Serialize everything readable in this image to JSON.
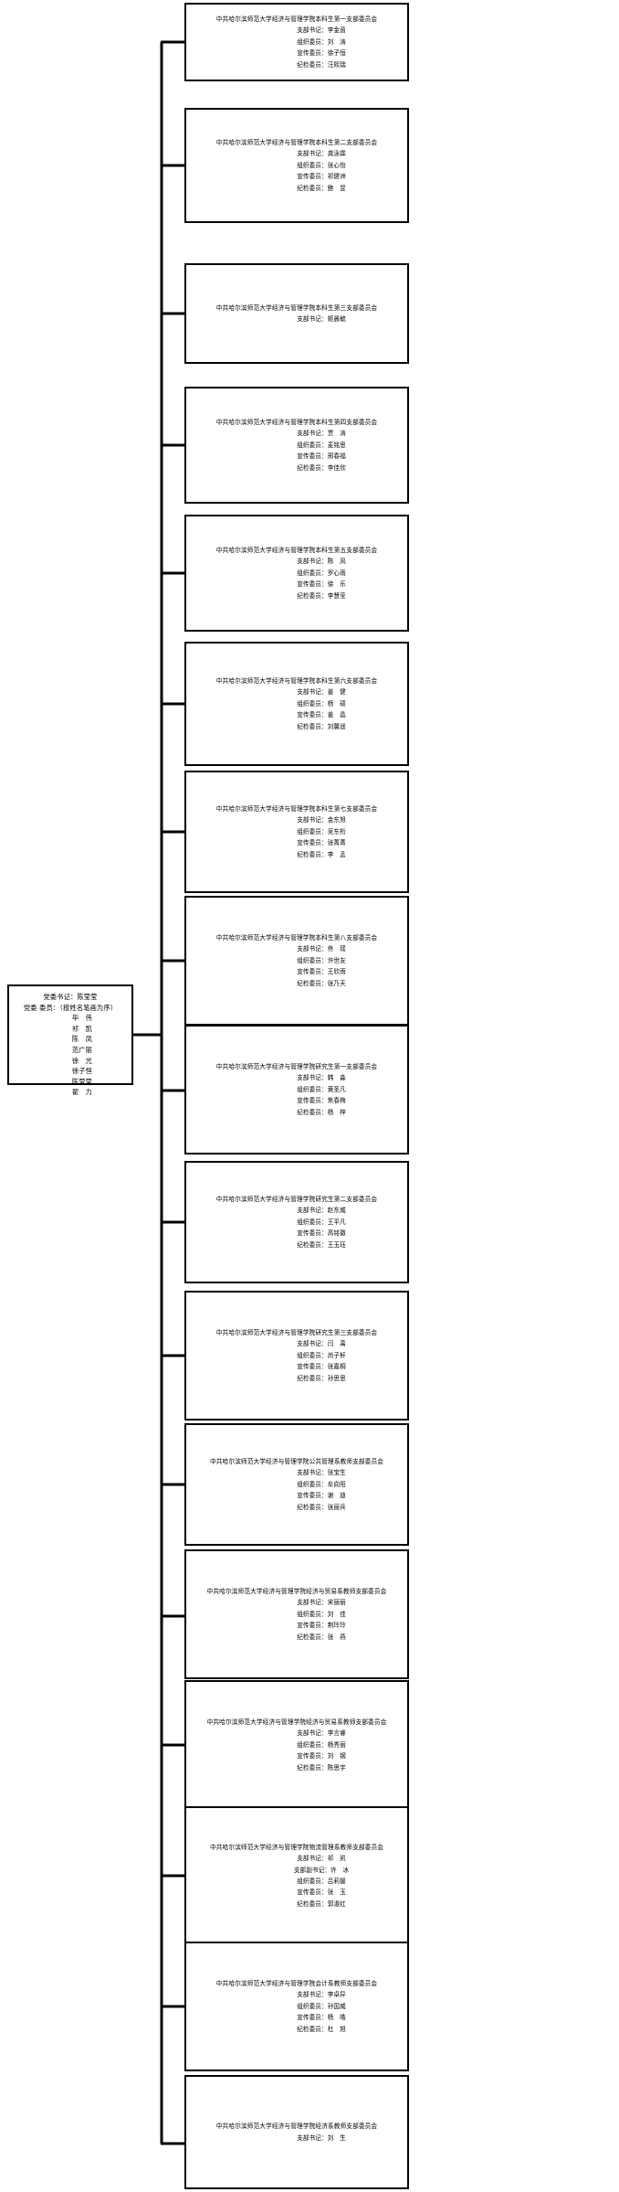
{
  "root": {
    "name": "党委",
    "lines": [
      "党委书记：陈莹莹",
      "党委 委员：（按姓名笔画为序）",
      "毕　伟",
      "祁　凯",
      "陈　凤",
      "范广丽",
      "徐　光",
      "徐子恒",
      "陈莹莹",
      "翟　力"
    ]
  },
  "labels": {
    "secretary": "支部书记：",
    "deputy_secretary": "支部副书记：",
    "organization": "组织委员：",
    "propaganda": "宣传委员：",
    "discipline": "纪检委员："
  },
  "branches": [
    {
      "id": "undergrad-1",
      "title": "中共哈尔滨师范大学经济与管理学院本科生第一支部委员会",
      "rows": [
        {
          "role": "支部书记：",
          "name": "李金茵"
        },
        {
          "role": "组织委员：",
          "name": "刘　涛"
        },
        {
          "role": "宣传委员：",
          "name": "徐子恒"
        },
        {
          "role": "纪检委员：",
          "name": "汪熙瑞"
        }
      ]
    },
    {
      "id": "undergrad-2",
      "title": "中共哈尔滨师范大学经济与管理学院本科生第二支部委员会",
      "rows": [
        {
          "role": "支部书记：",
          "name": "龚泳霖"
        },
        {
          "role": "组织委员：",
          "name": "张心怡"
        },
        {
          "role": "宣传委员：",
          "name": "祁健洲"
        },
        {
          "role": "纪检委员：",
          "name": "鲍　昱"
        }
      ]
    },
    {
      "id": "undergrad-3",
      "title": "中共哈尔滨师范大学经济与管理学院本科生第三支部委员会",
      "rows": [
        {
          "role": "支部书记：",
          "name": "姬晨毓"
        }
      ]
    },
    {
      "id": "undergrad-4",
      "title": "中共哈尔滨师范大学经济与管理学院本科生第四支部委员会",
      "rows": [
        {
          "role": "支部书记：",
          "name": "贾　涛"
        },
        {
          "role": "组织委员：",
          "name": "麦铭思"
        },
        {
          "role": "宣传委员：",
          "name": "邢春福"
        },
        {
          "role": "纪检委员：",
          "name": "李佳欣"
        }
      ]
    },
    {
      "id": "undergrad-5",
      "title": "中共哈尔滨师范大学经济与管理学院本科生第五支部委员会",
      "rows": [
        {
          "role": "支部书记：",
          "name": "陈　凤"
        },
        {
          "role": "组织委员：",
          "name": "罗心雨"
        },
        {
          "role": "宣传委员：",
          "name": "徐　乐"
        },
        {
          "role": "纪检委员：",
          "name": "李慧莹"
        }
      ]
    },
    {
      "id": "undergrad-6",
      "title": "中共哈尔滨师范大学经济与管理学院本科生第六支部委员会",
      "rows": [
        {
          "role": "支部书记：",
          "name": "姜　健"
        },
        {
          "role": "组织委员：",
          "name": "杨　硕"
        },
        {
          "role": "宣传委员：",
          "name": "姜　晶"
        },
        {
          "role": "纪检委员：",
          "name": "刘馨遥"
        }
      ]
    },
    {
      "id": "undergrad-7",
      "title": "中共哈尔滨师范大学经济与管理学院本科生第七支部委员会",
      "rows": [
        {
          "role": "支部书记：",
          "name": "金东旭"
        },
        {
          "role": "组织委员：",
          "name": "吴东桁"
        },
        {
          "role": "宣传委员：",
          "name": "张菁菁"
        },
        {
          "role": "纪检委员：",
          "name": "李　孟"
        }
      ]
    },
    {
      "id": "undergrad-8",
      "title": "中共哈尔滨师范大学经济与管理学院本科生第八支部委员会",
      "rows": [
        {
          "role": "支部书记：",
          "name": "佟　瑶"
        },
        {
          "role": "组织委员：",
          "name": "许世友"
        },
        {
          "role": "宣传委员：",
          "name": "王欣雨"
        },
        {
          "role": "纪检委员：",
          "name": "张乃天"
        }
      ]
    },
    {
      "id": "grad-1",
      "title": "中共哈尔滨师范大学经济与管理学院研究生第一支部委员会",
      "rows": [
        {
          "role": "支部书记：",
          "name": "韩　淼"
        },
        {
          "role": "组织委员：",
          "name": "黄圣凡"
        },
        {
          "role": "宣传委员：",
          "name": "焦春梅"
        },
        {
          "role": "纪检委员：",
          "name": "杨　梓"
        }
      ]
    },
    {
      "id": "grad-2",
      "title": "中共哈尔滨师范大学经济与管理学院研究生第二支部委员会",
      "rows": [
        {
          "role": "支部书记：",
          "name": "赵东威"
        },
        {
          "role": "组织委员：",
          "name": "王平凡"
        },
        {
          "role": "宣传委员：",
          "name": "高铭徽"
        },
        {
          "role": "纪检委员：",
          "name": "王玉珏"
        }
      ]
    },
    {
      "id": "grad-3",
      "title": "中共哈尔滨师范大学经济与管理学院研究生第三支部委员会",
      "rows": [
        {
          "role": "支部书记：",
          "name": "闫　禹"
        },
        {
          "role": "组织委员：",
          "name": "尚子轩"
        },
        {
          "role": "宣传委员：",
          "name": "张嘉桐"
        },
        {
          "role": "纪检委员：",
          "name": "孙思思"
        }
      ]
    },
    {
      "id": "faculty-public-admin",
      "title": "中共哈尔滨师范大学经济与管理学院公共管理系教师支部委员会",
      "rows": [
        {
          "role": "支部书记：",
          "name": "张宝生"
        },
        {
          "role": "组织委员：",
          "name": "牟向阳"
        },
        {
          "role": "宣传委员：",
          "name": "谢　迪"
        },
        {
          "role": "纪检委员：",
          "name": "张丽兵"
        }
      ]
    },
    {
      "id": "faculty-econ-trade-1",
      "title": "中共哈尔滨师范大学经济与管理学院经济与贸易系教师支部委员会",
      "rows": [
        {
          "role": "支部书记：",
          "name": "宋丽丽"
        },
        {
          "role": "组织委员：",
          "name": "刘　佳"
        },
        {
          "role": "宣传委员：",
          "name": "荆玲玲"
        },
        {
          "role": "纪检委员：",
          "name": "张　燕"
        }
      ]
    },
    {
      "id": "faculty-econ-trade-2",
      "title": "中共哈尔滨师范大学经济与管理学院经济与贸易系教师支部委员会",
      "rows": [
        {
          "role": "支部书记：",
          "name": "李言睿"
        },
        {
          "role": "组织委员：",
          "name": "杨秀丽"
        },
        {
          "role": "宣传委员：",
          "name": "刘　钢"
        },
        {
          "role": "纪检委员：",
          "name": "陈思宇"
        }
      ]
    },
    {
      "id": "faculty-logistics",
      "title": "中共哈尔滨师范大学经济与管理学院物流管理系教师支部委员会",
      "rows": [
        {
          "role": "支部书记：",
          "name": "祁　凯"
        },
        {
          "role": "支部副书记：",
          "name": "许　冰"
        },
        {
          "role": "组织委员：",
          "name": "吕莉媛"
        },
        {
          "role": "宣传委员：",
          "name": "张　玉"
        },
        {
          "role": "纪检委员：",
          "name": "郭淑红"
        }
      ]
    },
    {
      "id": "faculty-accounting",
      "title": "中共哈尔滨师范大学经济与管理学院会计系教师支部委员会",
      "rows": [
        {
          "role": "支部书记：",
          "name": "李卓异"
        },
        {
          "role": "组织委员：",
          "name": "孙国威"
        },
        {
          "role": "宣传委员：",
          "name": "杨　皓"
        },
        {
          "role": "纪检委员：",
          "name": "杜　旭"
        }
      ]
    },
    {
      "id": "faculty-economics",
      "title": "中共哈尔滨师范大学经济与管理学院经济系教师支部委员会",
      "rows": [
        {
          "role": "支部书记：",
          "name": "刘　生"
        }
      ]
    }
  ]
}
